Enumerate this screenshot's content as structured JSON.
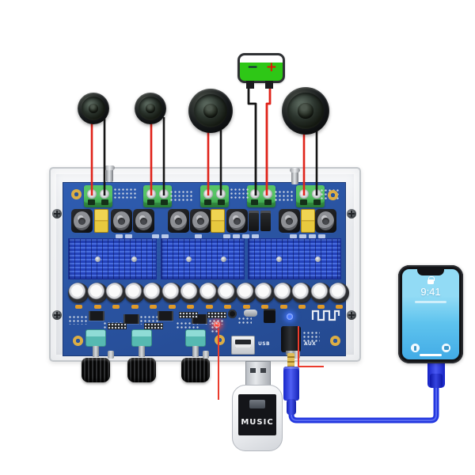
{
  "battery": {
    "minus_label": "−",
    "plus_label": "+"
  },
  "board": {
    "usb_port_label": "USB",
    "aux_port_label": "AUX"
  },
  "usb_drive": {
    "label": "MUSIC"
  },
  "phone": {
    "lock_time": "9:41"
  },
  "colors": {
    "pcb_blue": "#28549f",
    "heatsink_blue": "#2b4ecd",
    "battery_green": "#2ec716",
    "terminal_green": "#43b352",
    "wire_red": "#e0231a",
    "wire_black": "#161616",
    "aux_cable_blue": "#2337df",
    "callout_red": "#ea3b2d",
    "phone_screen_blue": "#5fc4ee",
    "usb_drive_label_bg": "#141519"
  }
}
